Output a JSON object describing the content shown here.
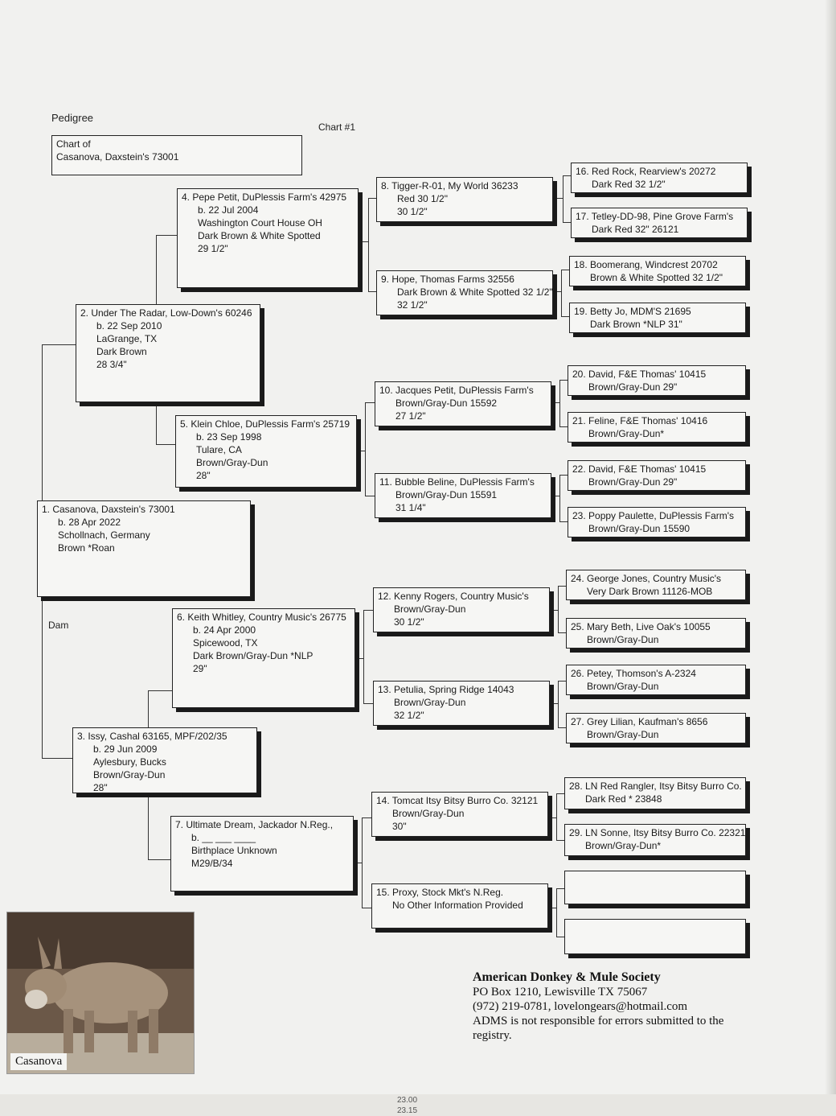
{
  "header": {
    "pedigree": "Pedigree",
    "chart_no": "Chart #1",
    "chart_of_label": "Chart of",
    "chart_of_name": "Casanova, Daxstein's 73001"
  },
  "dam_label": "Dam",
  "entries": {
    "e1": [
      "1. Casanova, Daxstein's 73001",
      "b. 28 Apr 2022",
      "Schollnach, Germany",
      "Brown *Roan"
    ],
    "e2": [
      "2. Under The Radar, Low-Down's 60246",
      "b. 22 Sep 2010",
      "LaGrange, TX",
      "Dark Brown",
      "28 3/4\""
    ],
    "e3": [
      "3. Issy, Cashal 63165, MPF/202/35",
      "b. 29 Jun 2009",
      "Aylesbury, Bucks",
      "Brown/Gray-Dun",
      "28\""
    ],
    "e4": [
      "4. Pepe Petit, DuPlessis Farm's 42975",
      "b. 22 Jul 2004",
      "Washington Court House OH",
      "Dark Brown & White Spotted",
      "29 1/2\""
    ],
    "e5": [
      "5. Klein Chloe, DuPlessis Farm's 25719",
      "b. 23 Sep 1998",
      "Tulare, CA",
      "Brown/Gray-Dun",
      "28\""
    ],
    "e6": [
      "6. Keith Whitley, Country Music's 26775",
      "b. 24 Apr 2000",
      "Spicewood, TX",
      "Dark Brown/Gray-Dun *NLP",
      "29\""
    ],
    "e7": [
      "7. Ultimate Dream, Jackador N.Reg.,",
      "b. __ ___ ____",
      "Birthplace Unknown",
      "M29/B/34"
    ],
    "e8": [
      "8. Tigger-R-01, My World 36233",
      "Red  30 1/2\"",
      "30 1/2\""
    ],
    "e9": [
      "9. Hope, Thomas Farms 32556",
      "Dark Brown & White Spotted  32 1/2\"",
      "32 1/2\""
    ],
    "e10": [
      "10. Jacques Petit, DuPlessis Farm's",
      "Brown/Gray-Dun  15592",
      "27 1/2\""
    ],
    "e11": [
      "11. Bubble Beline, DuPlessis Farm's",
      "Brown/Gray-Dun  15591",
      "31 1/4\""
    ],
    "e12": [
      "12. Kenny Rogers, Country Music's",
      "Brown/Gray-Dun",
      "30 1/2\""
    ],
    "e13": [
      "13. Petulia, Spring Ridge 14043",
      "Brown/Gray-Dun",
      "32 1/2\""
    ],
    "e14": [
      "14. Tomcat Itsy Bitsy Burro Co. 32121",
      "Brown/Gray-Dun",
      "30\""
    ],
    "e15": [
      "15. Proxy, Stock Mkt's N.Reg.",
      "No Other Information Provided"
    ],
    "e16": [
      "16. Red Rock, Rearview's 20272",
      "Dark Red  32 1/2\""
    ],
    "e17": [
      "17. Tetley-DD-98, Pine Grove Farm's",
      "Dark Red  32\"  26121"
    ],
    "e18": [
      "18. Boomerang, Windcrest 20702",
      "Brown & White Spotted   32 1/2\""
    ],
    "e19": [
      "19. Betty Jo, MDM'S 21695",
      "Dark Brown *NLP  31\""
    ],
    "e20": [
      "20. David, F&E Thomas' 10415",
      "Brown/Gray-Dun  29\""
    ],
    "e21": [
      "21. Feline, F&E Thomas' 10416",
      "Brown/Gray-Dun*"
    ],
    "e22": [
      "22. David, F&E Thomas' 10415",
      "Brown/Gray-Dun  29\""
    ],
    "e23": [
      "23. Poppy Paulette, DuPlessis Farm's",
      "Brown/Gray-Dun  15590"
    ],
    "e24": [
      "24. George Jones, Country Music's",
      "Very Dark Brown   11126-MOB"
    ],
    "e25": [
      "25. Mary Beth, Live Oak's 10055",
      "Brown/Gray-Dun"
    ],
    "e26": [
      "26. Petey, Thomson's A-2324",
      "Brown/Gray-Dun"
    ],
    "e27": [
      "27. Grey Lilian, Kaufman's 8656",
      "Brown/Gray-Dun"
    ],
    "e28": [
      "28. LN Red Rangler, Itsy Bitsy Burro Co.",
      "Dark Red *  23848"
    ],
    "e29": [
      "29. LN Sonne, Itsy Bitsy Burro Co. 22321",
      "Brown/Gray-Dun*"
    ],
    "e30": [],
    "e31": []
  },
  "footer": {
    "org": "American Donkey & Mule Society",
    "address": "PO Box 1210, Lewisville TX 75067",
    "contact": "(972) 219-0781, lovelongears@hotmail.com",
    "disclaimer": "ADMS is not responsible for errors submitted to the registry."
  },
  "photo_caption": "Casanova",
  "bottom_strip": [
    "23.00",
    "23.15"
  ]
}
